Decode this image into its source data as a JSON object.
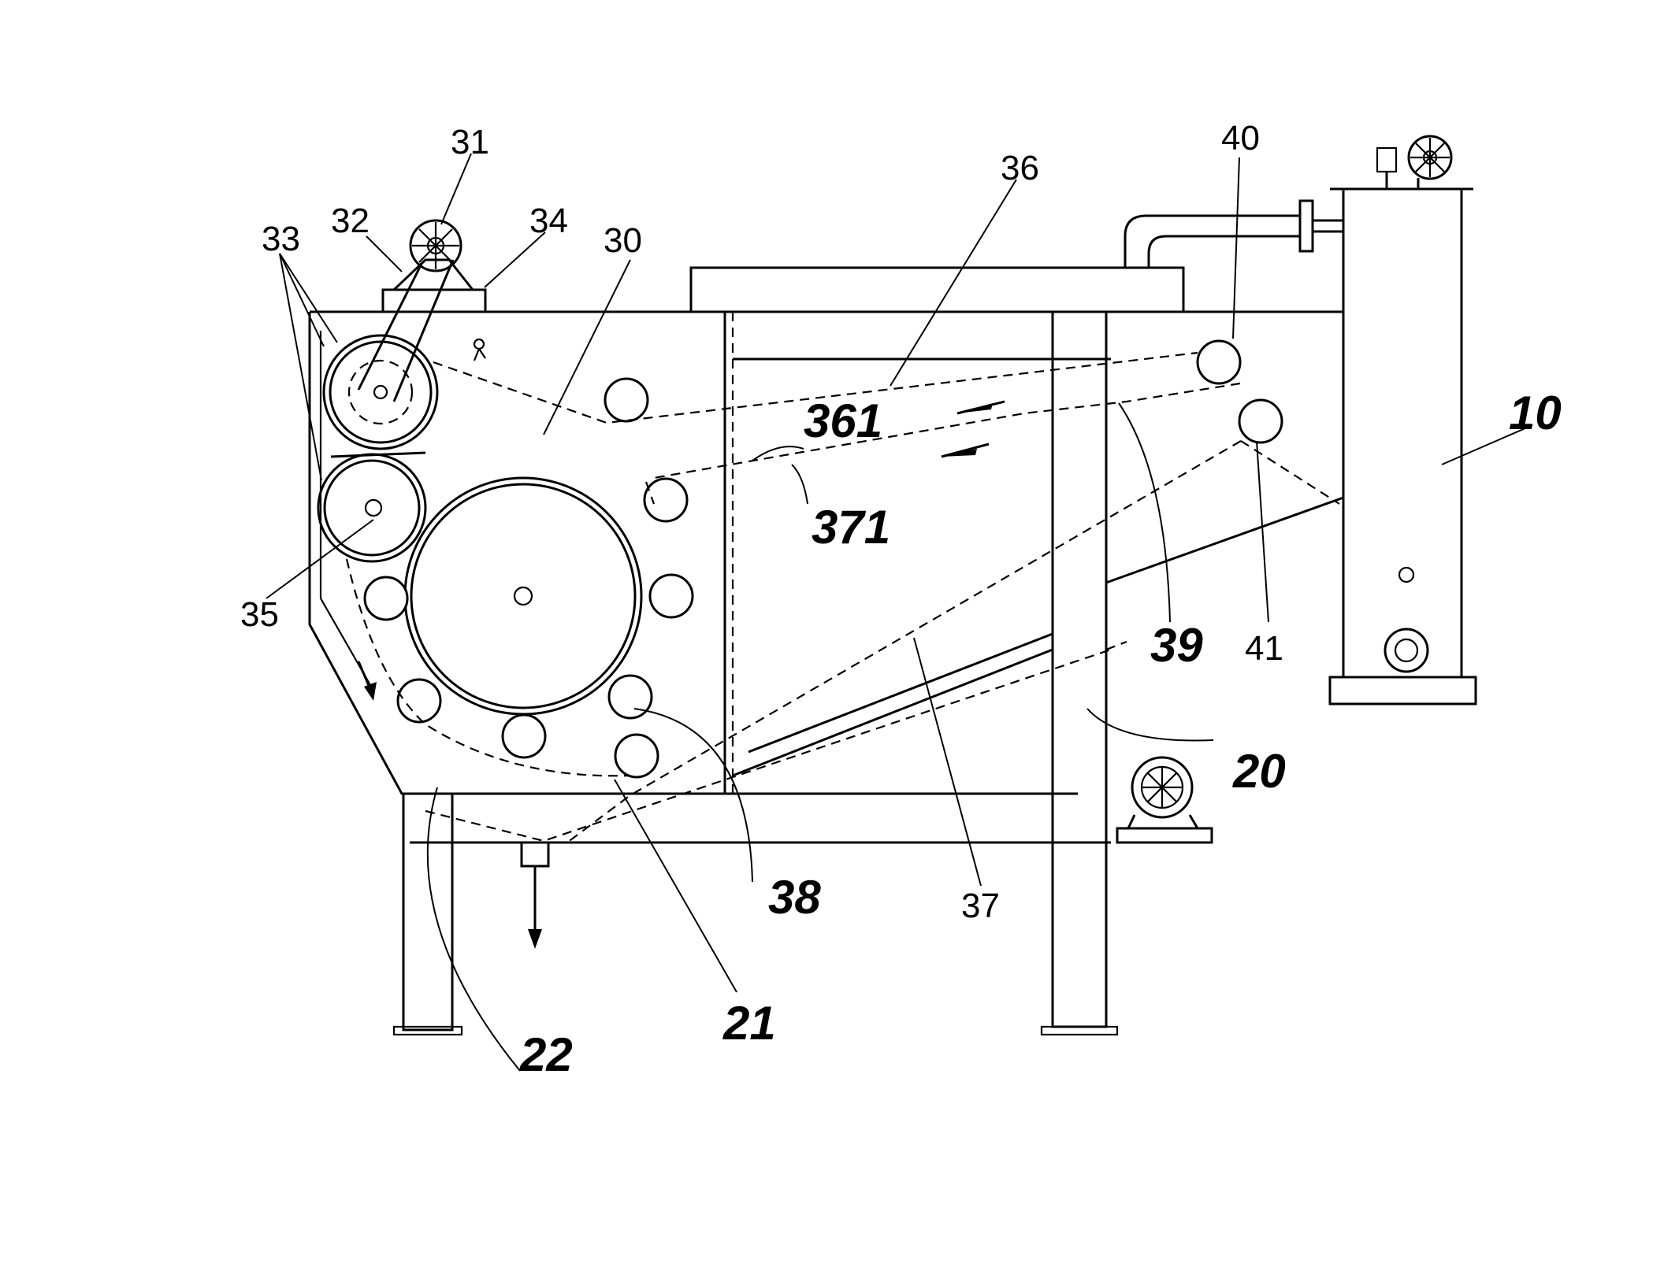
{
  "labels": {
    "l10": "10",
    "l20": "20",
    "l21": "21",
    "l22": "22",
    "l30": "30",
    "l31": "31",
    "l32": "32",
    "l33": "33",
    "l34": "34",
    "l35": "35",
    "l36": "36",
    "l361": "361",
    "l37": "37",
    "l371": "371",
    "l38": "38",
    "l39": "39",
    "l40": "40",
    "l41": "41"
  }
}
